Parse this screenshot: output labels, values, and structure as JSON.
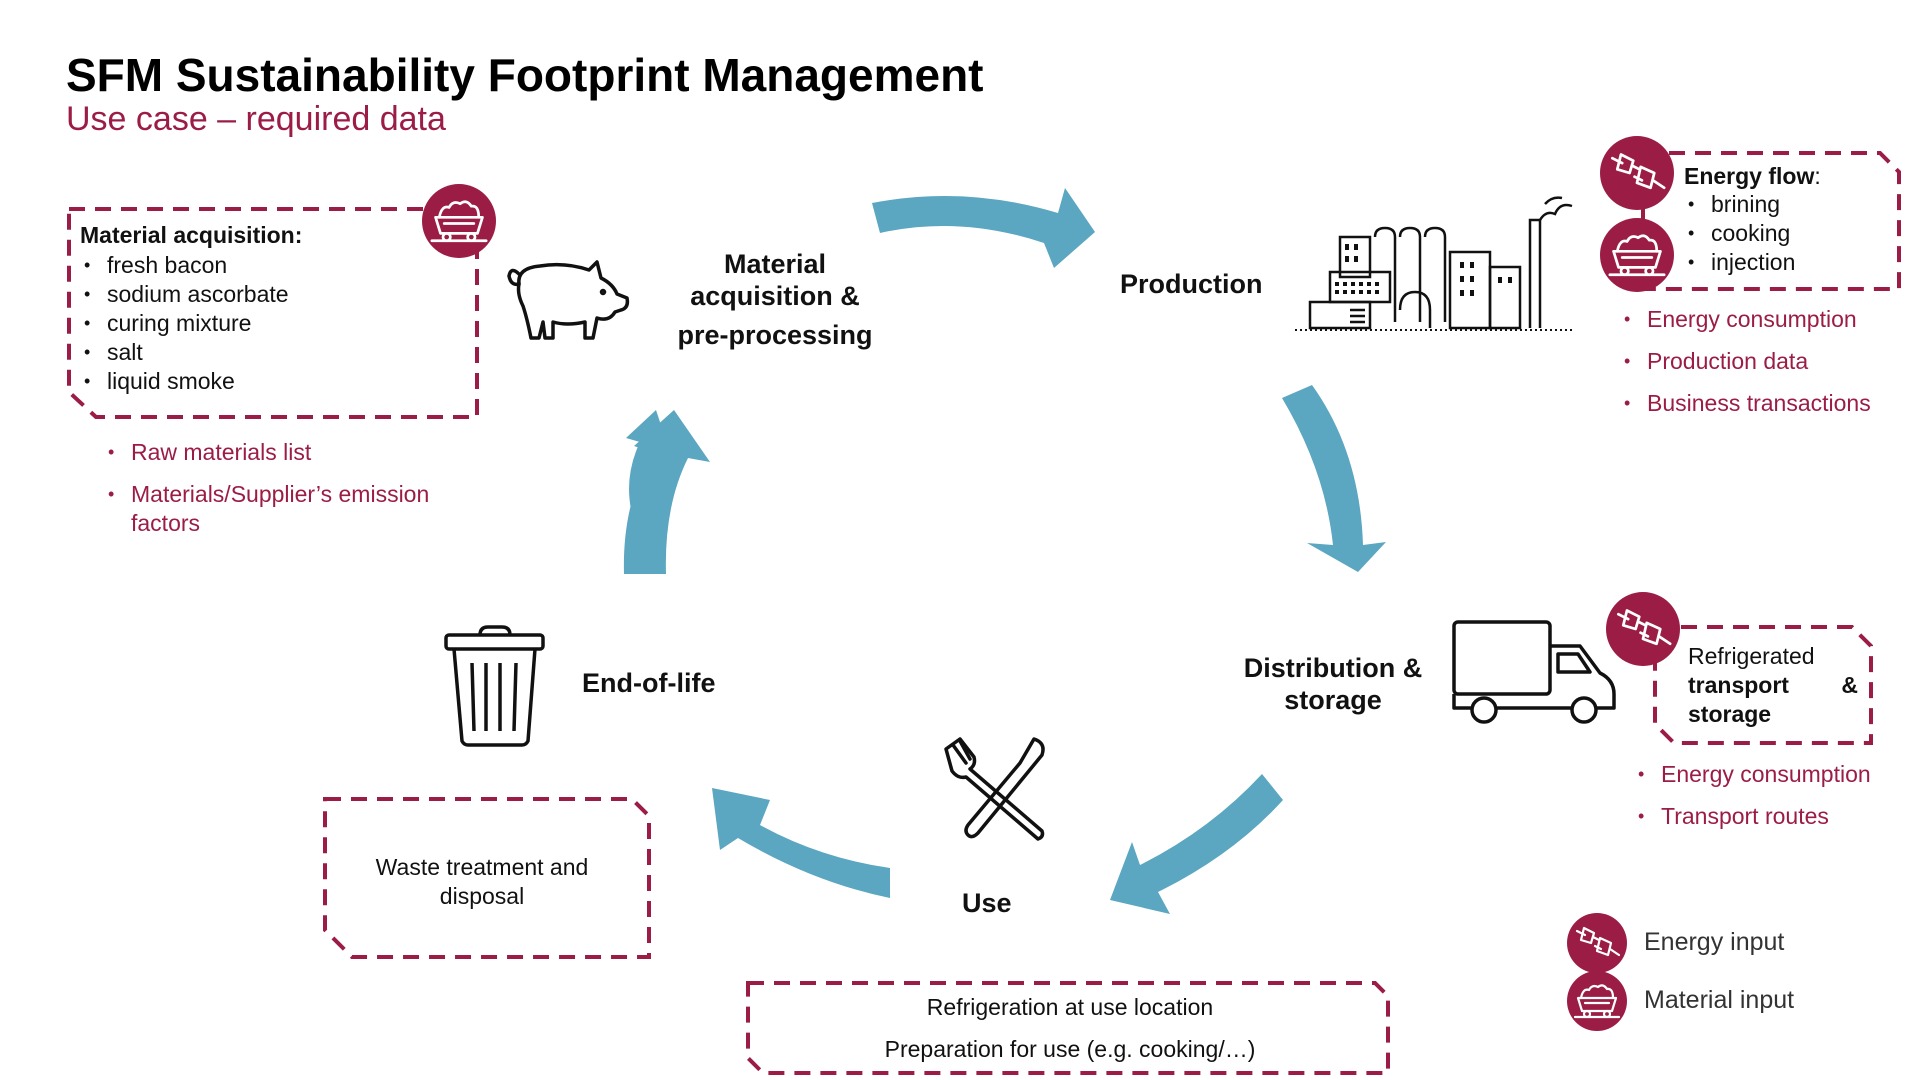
{
  "header": {
    "title": "SFM Sustainability Footprint Management",
    "subtitle": "Use case – required data"
  },
  "stages": {
    "material": {
      "line1": "Material",
      "line2": "acquisition &",
      "line3": "pre-processing"
    },
    "production": {
      "label": "Production"
    },
    "distribution": {
      "line1": "Distribution &",
      "line2": "storage"
    },
    "use": {
      "label": "Use"
    },
    "end_of_life": {
      "label": "End-of-life"
    }
  },
  "material_box": {
    "title": "Material acquisition:",
    "items": [
      "fresh bacon",
      "sodium ascorbate",
      "curing mixture",
      "salt",
      "liquid smoke"
    ],
    "requirements": [
      "Raw materials list",
      "Materials/Supplier’s   emission factors"
    ]
  },
  "production_box": {
    "title": "Energy flow",
    "title_suffix": ":",
    "items": [
      "brining",
      "cooking",
      "injection"
    ],
    "requirements": [
      "Energy consumption",
      "Production data",
      "Business transactions"
    ]
  },
  "distribution_box": {
    "line1": "Refrigerated",
    "line2a": "transport",
    "line2b": "&",
    "line3": "storage",
    "requirements": [
      "Energy consumption",
      "Transport routes"
    ]
  },
  "use_box": {
    "line1": "Refrigeration at use location",
    "line2": "Preparation for use (e.g. cooking/…)"
  },
  "eol_box": {
    "text": "Waste treatment  and disposal"
  },
  "legend": {
    "energy": "Energy input",
    "material": "Material input"
  },
  "colors": {
    "accent": "#9b1d45",
    "arrow": "#5ba6c0",
    "text": "#111111"
  },
  "icons": {
    "energy": "plug-icon",
    "material": "mine-cart-icon",
    "pig": "pig-icon",
    "factory": "factory-icon",
    "truck": "truck-icon",
    "cutlery": "fork-knife-icon",
    "trash": "trash-can-icon"
  }
}
